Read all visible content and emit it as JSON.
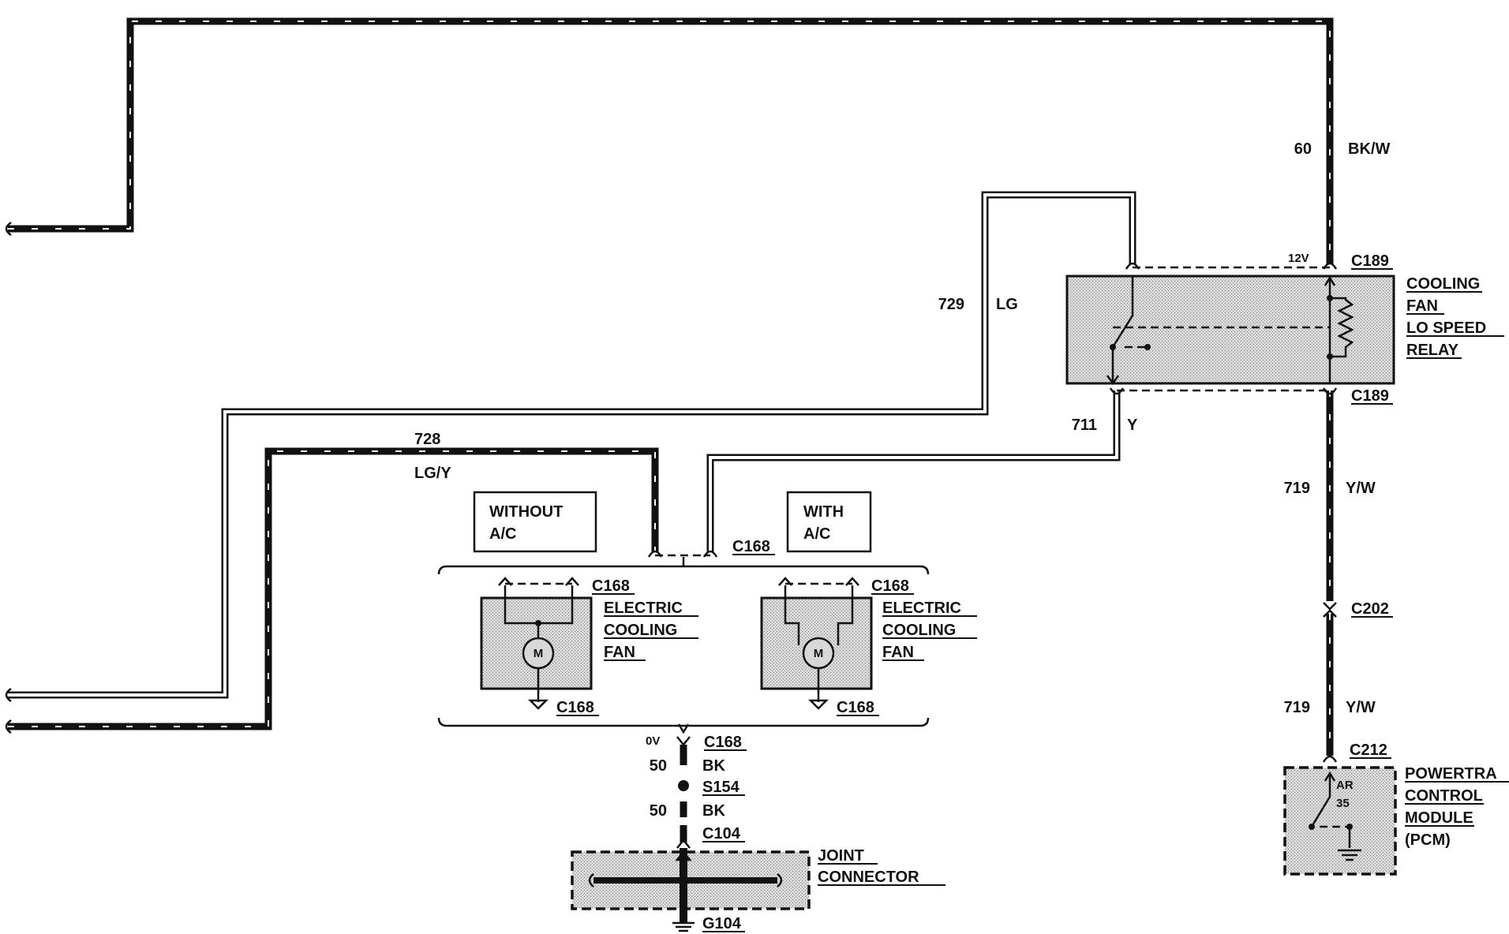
{
  "wires": {
    "top_bkw": {
      "circuit": "60",
      "color": "BK/W"
    },
    "lg": {
      "circuit": "729",
      "color": "LG"
    },
    "lgy": {
      "circuit": "728",
      "color": "LG/Y"
    },
    "y": {
      "circuit": "711",
      "color": "Y"
    },
    "yw_upper": {
      "circuit": "719",
      "color": "Y/W"
    },
    "yw_lower": {
      "circuit": "719",
      "color": "Y/W"
    },
    "bk_upper": {
      "circuit": "50",
      "color": "BK"
    },
    "bk_lower": {
      "circuit": "50",
      "color": "BK"
    }
  },
  "connectors": {
    "c189_top": "C189",
    "c189_bottom": "C189",
    "c168_top": "C168",
    "c168_fan1_top": "C168",
    "c168_fan1_bottom": "C168",
    "c168_fan2_top": "C168",
    "c168_fan2_bottom": "C168",
    "c168_ground": "C168",
    "c202": "C202",
    "c212": "C212",
    "s154": "S154",
    "c104": "C104",
    "g104": "G104"
  },
  "voltages": {
    "relay_feed": "12V",
    "ground": "0V"
  },
  "options": {
    "without_ac": [
      "WITHOUT",
      "A/C"
    ],
    "with_ac": [
      "WITH",
      "A/C"
    ]
  },
  "components": {
    "relay": [
      "COOLING",
      "FAN",
      "LO SPEED",
      "RELAY"
    ],
    "fan1": [
      "ELECTRIC",
      "COOLING",
      "FAN"
    ],
    "fan2": [
      "ELECTRIC",
      "COOLING",
      "FAN"
    ],
    "motor_symbol": "M",
    "joint": [
      "JOINT",
      "CONNECTOR"
    ],
    "pcm": [
      "POWERTRA",
      "CONTROL",
      "MODULE",
      "(PCM)"
    ],
    "pcm_pins": [
      "AR",
      "35"
    ]
  }
}
